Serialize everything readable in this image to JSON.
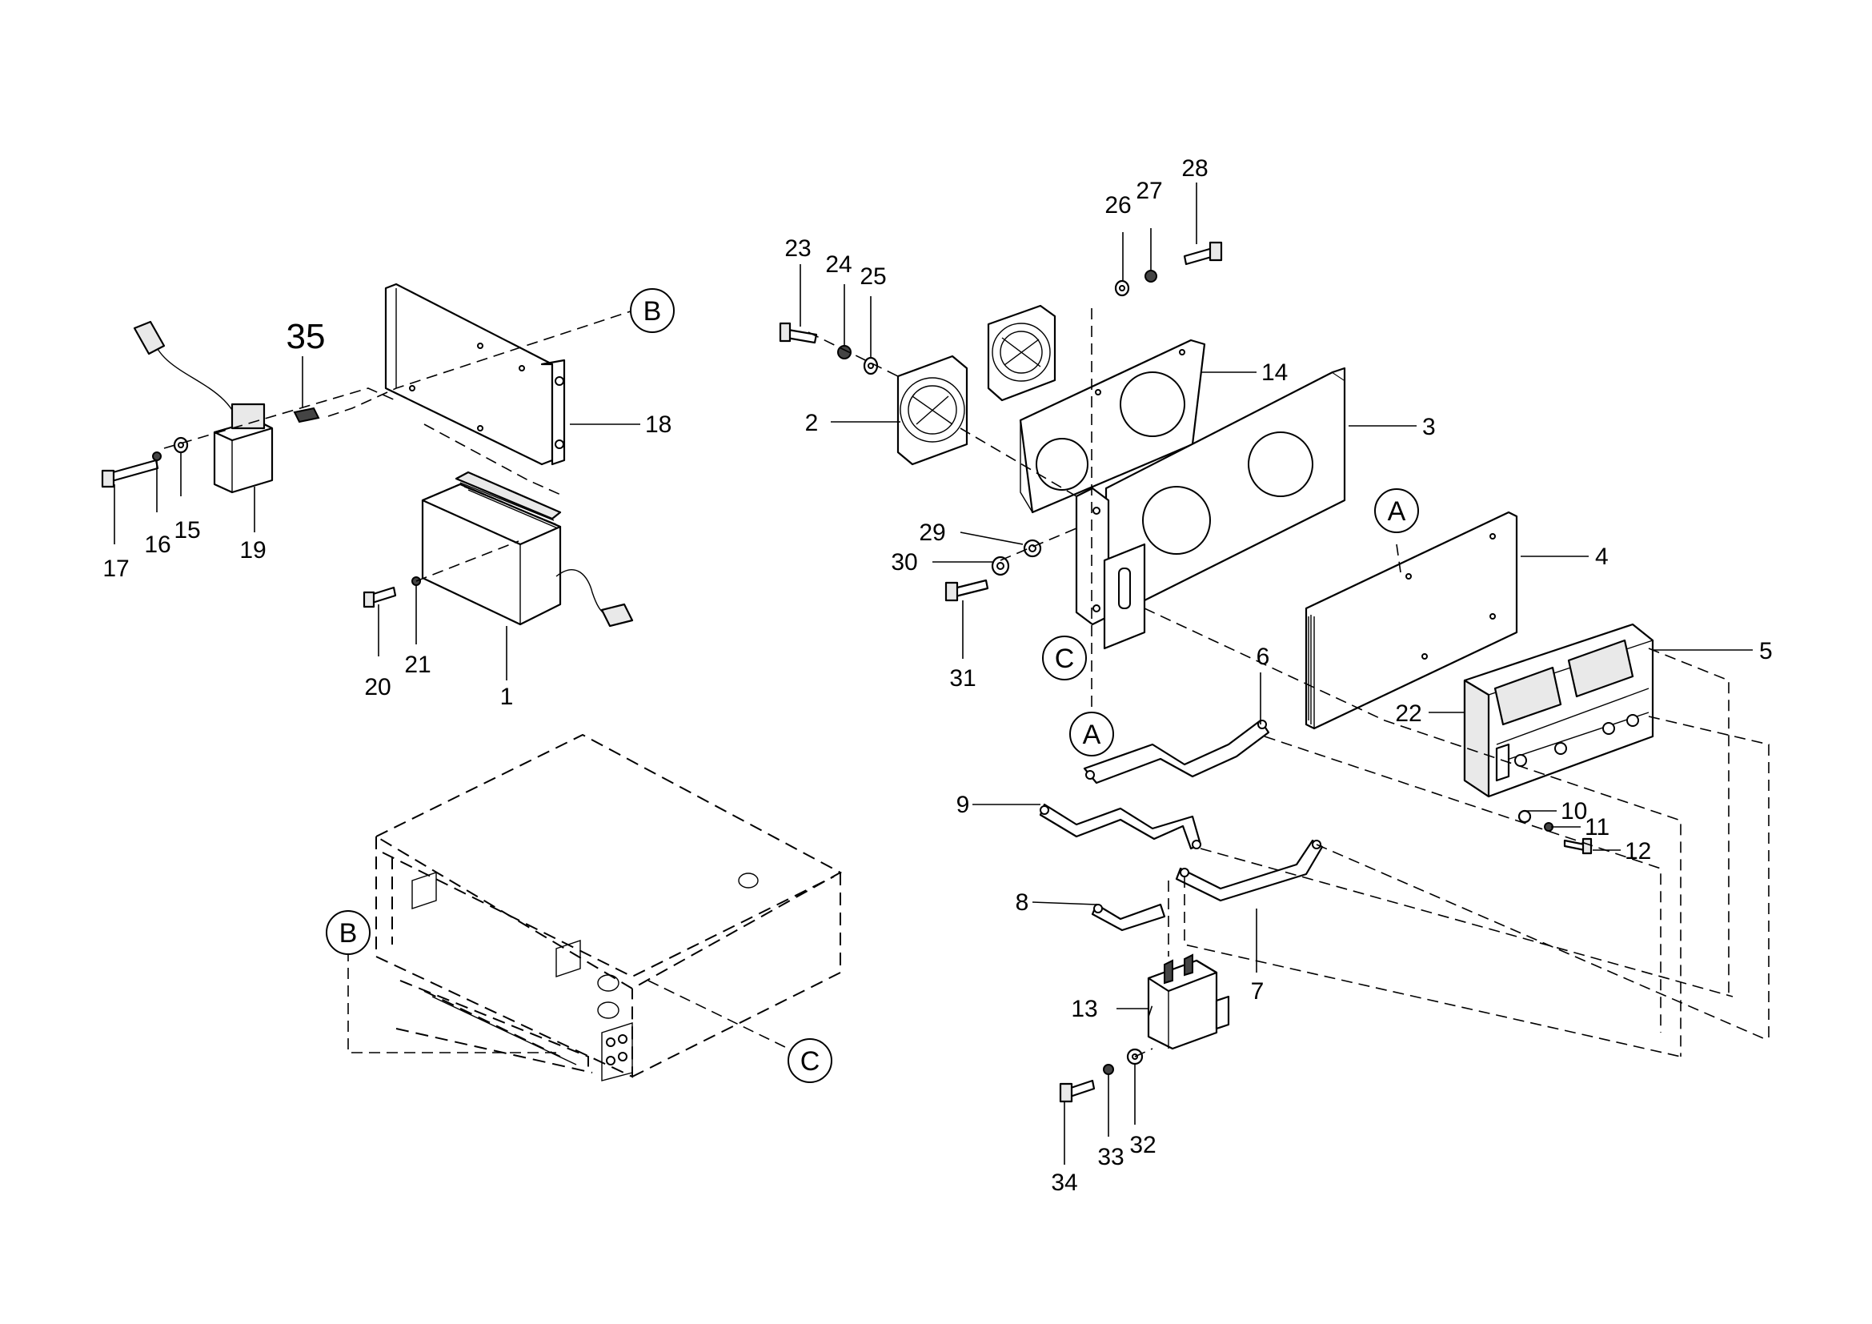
{
  "part_labels": {
    "p1": "1",
    "p2": "2",
    "p3": "3",
    "p4": "4",
    "p5": "5",
    "p6": "6",
    "p7": "7",
    "p8": "8",
    "p9": "9",
    "p10": "10",
    "p11": "11",
    "p12": "12",
    "p13": "13",
    "p14": "14",
    "p15": "15",
    "p16": "16",
    "p17": "17",
    "p18": "18",
    "p19": "19",
    "p20": "20",
    "p21": "21",
    "p22": "22",
    "p23": "23",
    "p24": "24",
    "p25": "25",
    "p26": "26",
    "p27": "27",
    "p28": "28",
    "p29": "29",
    "p30": "30",
    "p31": "31",
    "p32": "32",
    "p33": "33",
    "p34": "34",
    "p35": "35"
  },
  "reference_markers": {
    "a": "A",
    "b": "B",
    "c": "C"
  }
}
